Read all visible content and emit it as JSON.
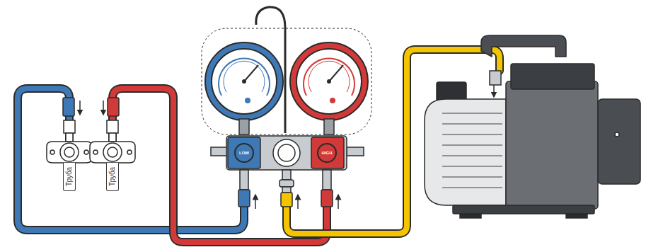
{
  "diagram": {
    "nodes": [
      {
        "text": [
          "Труба"
        ]
      },
      {
        "text": [
          "Труба"
        ]
      },
      {
        "text": [
          "LOW"
        ]
      },
      {
        "text": [
          "HIGH"
        ]
      }
    ],
    "edges": [
      {
        "from": 2,
        "to": 0,
        "arrow": "none"
      },
      {
        "from": 3,
        "to": 1,
        "arrow": "none"
      }
    ]
  }
}
